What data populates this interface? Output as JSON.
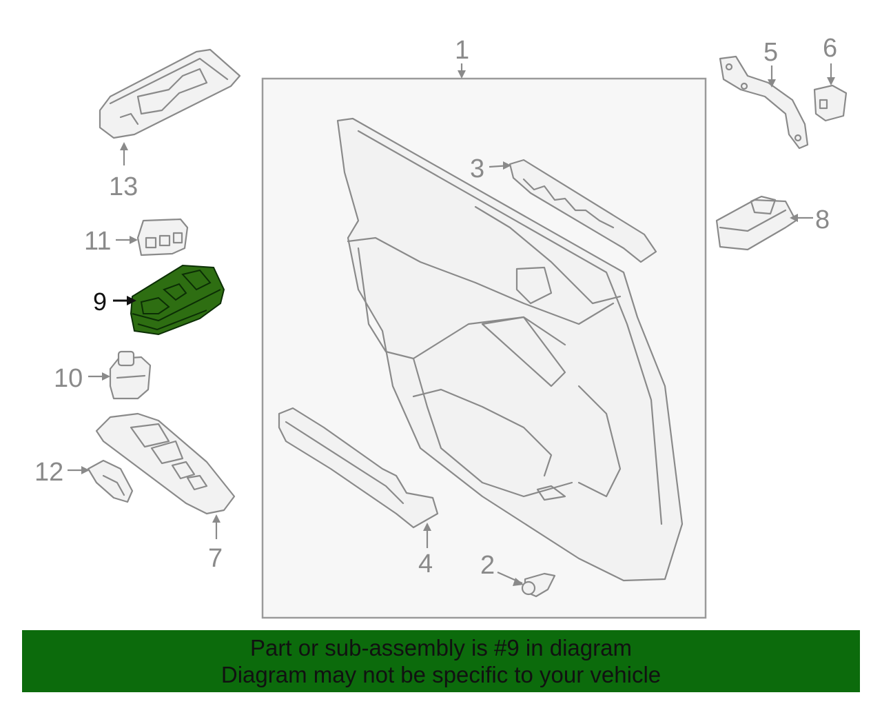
{
  "diagram": {
    "callouts": [
      "1",
      "2",
      "3",
      "4",
      "5",
      "6",
      "7",
      "8",
      "9",
      "10",
      "11",
      "12",
      "13"
    ],
    "highlighted_part": "9",
    "colors": {
      "highlight_fill": "#2e6e12",
      "line": "#8a8a8a",
      "panel_border": "#9a9a9a",
      "banner_fill": "#0c6b0c"
    }
  },
  "banner": {
    "line1": "Part or sub-assembly is #9 in diagram",
    "line2": "Diagram may not be specific to your vehicle"
  }
}
